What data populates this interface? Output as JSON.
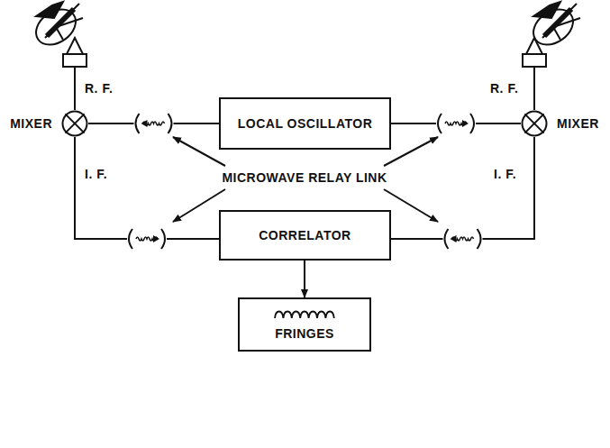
{
  "diagram": {
    "nodes": [
      {
        "text": [
          "MIXER"
        ]
      },
      {
        "text": [
          "LOCAL OSCILLATOR"
        ]
      },
      {
        "text": [
          "MIXER"
        ]
      },
      {
        "text": [
          "CORRELATOR"
        ]
      },
      {
        "text": [
          "FRINGES"
        ]
      }
    ],
    "edges": [
      {
        "from": 1,
        "to": 0,
        "arrow": "none"
      },
      {
        "from": 1,
        "to": 2,
        "arrow": "none"
      },
      {
        "from": 0,
        "to": 3,
        "arrow": "none"
      },
      {
        "from": 2,
        "to": 3,
        "arrow": "none"
      },
      {
        "from": 3,
        "to": 4,
        "arrow": "to"
      }
    ],
    "labels": [
      "R. F.",
      "R. F.",
      "I. F.",
      "I. F.",
      "MICROWAVE RELAY LINK"
    ]
  }
}
